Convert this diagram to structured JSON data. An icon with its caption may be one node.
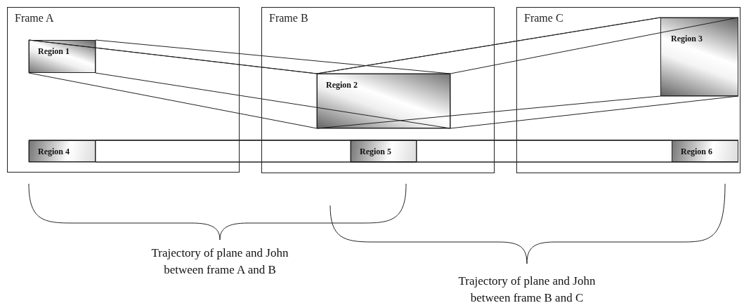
{
  "diagram": {
    "nodes": [
      {
        "text": [
          "Frame A"
        ]
      },
      {
        "text": [
          "Region 1"
        ],
        "in": 0
      },
      {
        "text": [
          "Region 4"
        ],
        "in": 0
      },
      {
        "text": [
          "Frame B"
        ]
      },
      {
        "text": [
          "Region 2"
        ],
        "in": 3
      },
      {
        "text": [
          "Region 5"
        ],
        "in": 3
      },
      {
        "text": [
          "Frame C"
        ]
      },
      {
        "text": [
          "Region 3"
        ],
        "in": 6
      },
      {
        "text": [
          "Region 6"
        ],
        "in": 6
      }
    ],
    "edges": [
      {
        "from": 1,
        "to": 4,
        "arrow": "none"
      },
      {
        "from": 4,
        "to": 7,
        "arrow": "none"
      },
      {
        "from": 2,
        "to": 5,
        "arrow": "none"
      },
      {
        "from": 5,
        "to": 8,
        "arrow": "none"
      }
    ],
    "labels": [
      "Trajectory of plane and John between frame A and B",
      "Trajectory of plane and John between frame B and C"
    ]
  }
}
